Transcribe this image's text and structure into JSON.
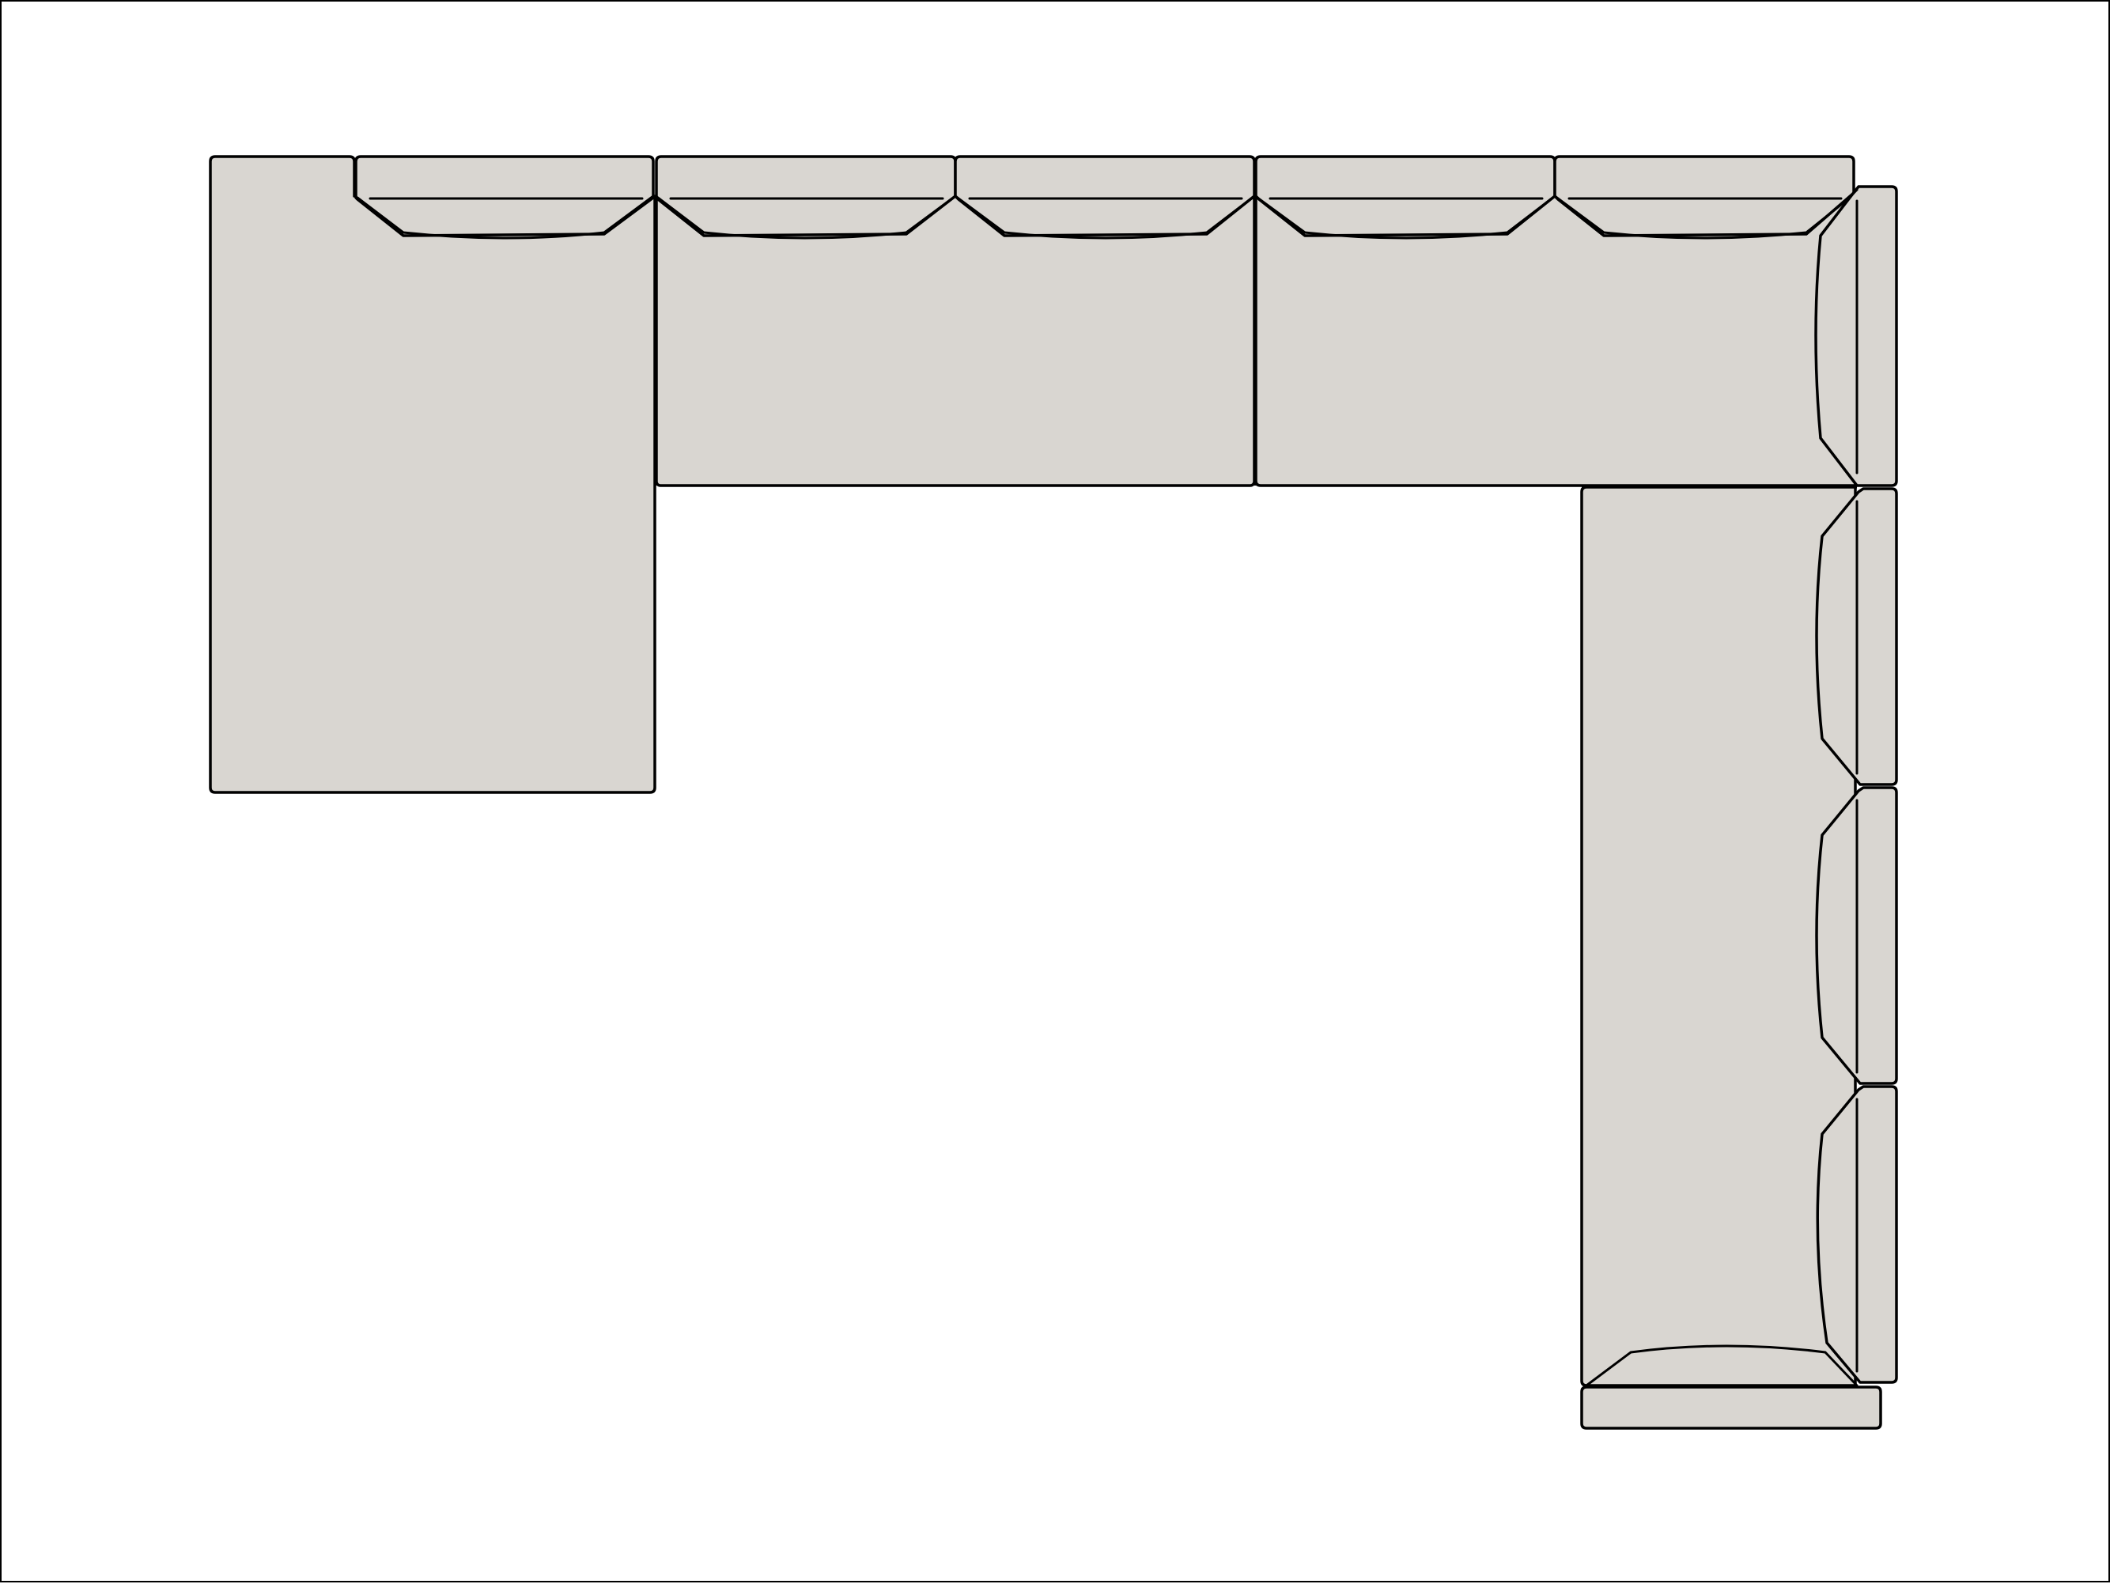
{
  "diagram": {
    "kind": "sectional-sofa-plan",
    "fill_color": "#d9d6d1",
    "line_color": "#000000",
    "background_color": "#ffffff",
    "top_run_seat_cushions": 5,
    "right_run_seat_cushions": 3,
    "chaise_count": 1,
    "corner_count": 1
  }
}
